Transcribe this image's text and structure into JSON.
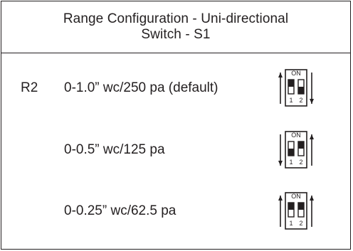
{
  "header": {
    "title_line1": "Range Configuration - Uni-directional",
    "title_line2": "Switch - S1"
  },
  "rows": [
    {
      "code": "R2",
      "range": "0-1.0” wc/250 pa (default)",
      "switch": {
        "on_label": "ON",
        "pos1_label": "1",
        "pos2_label": "2",
        "switch1": "on",
        "switch2": "off",
        "arrow_left": "up",
        "arrow_right": "down"
      }
    },
    {
      "code": "",
      "range": "0-0.5” wc/125 pa",
      "switch": {
        "on_label": "ON",
        "pos1_label": "1",
        "pos2_label": "2",
        "switch1": "off",
        "switch2": "on",
        "arrow_left": "down",
        "arrow_right": "up"
      }
    },
    {
      "code": "",
      "range": "0-0.25” wc/62.5 pa",
      "switch": {
        "on_label": "ON",
        "pos1_label": "1",
        "pos2_label": "2",
        "switch1": "on",
        "switch2": "on",
        "arrow_left": "up",
        "arrow_right": "up"
      }
    }
  ]
}
